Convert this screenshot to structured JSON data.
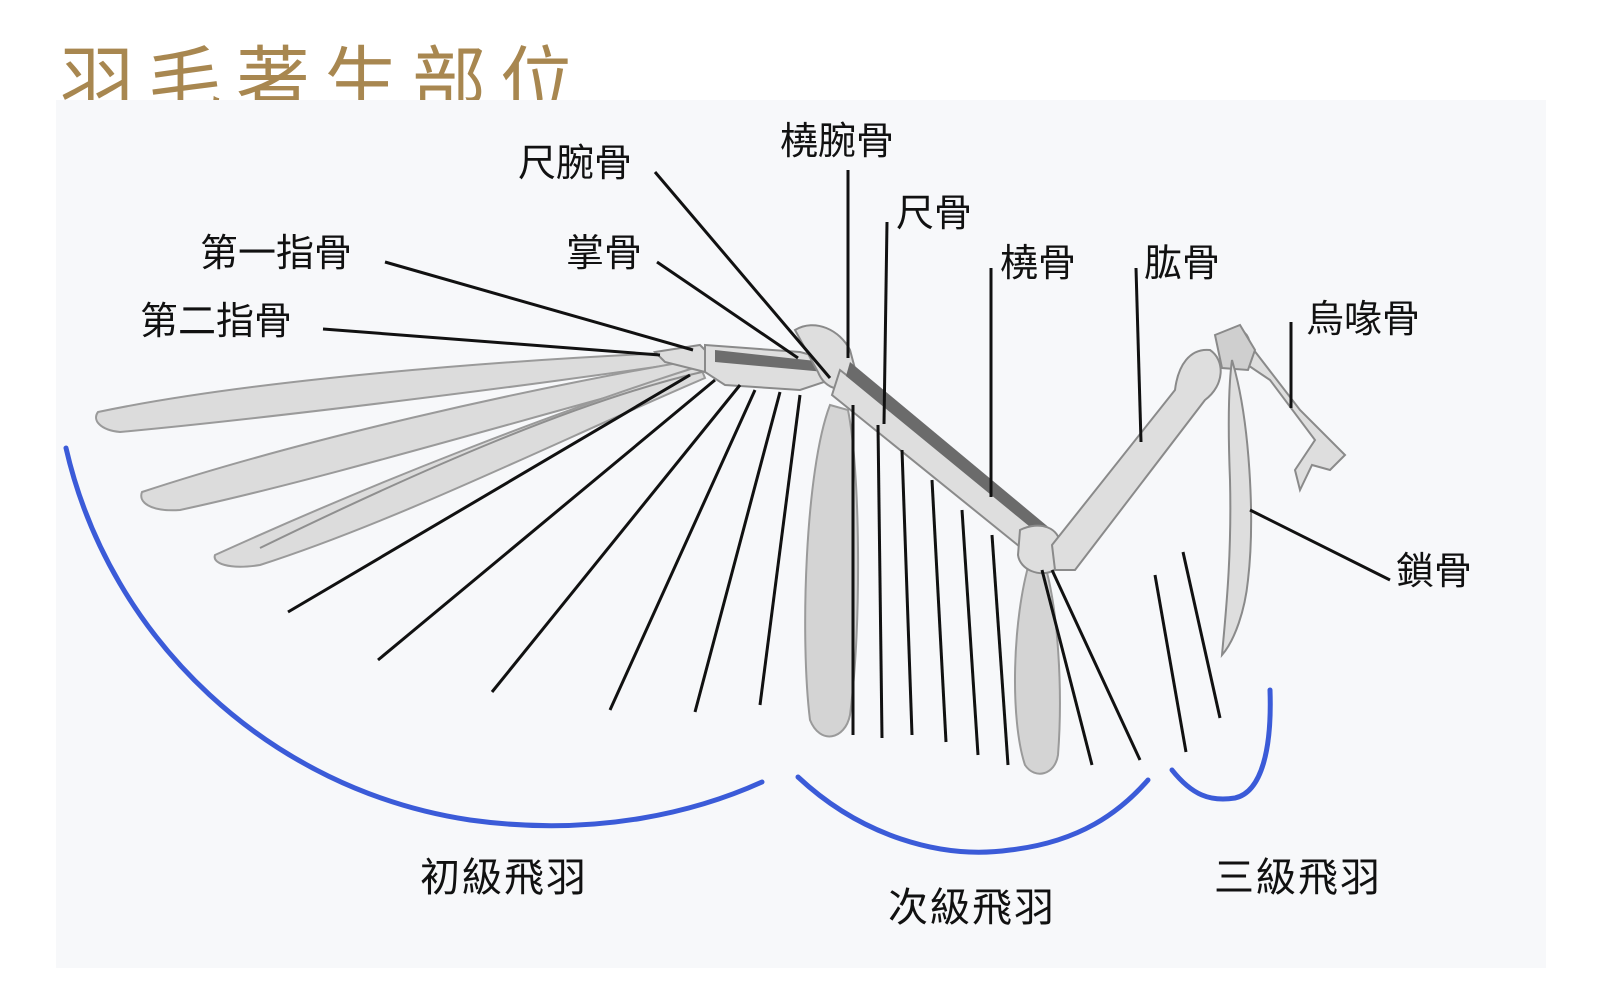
{
  "title": "羽毛著生部位",
  "labels": {
    "radiale": "橈腕骨",
    "ulnare": "尺腕骨",
    "ulna": "尺骨",
    "digit1": "第一指骨",
    "metacarpus": "掌骨",
    "radius": "橈骨",
    "humerus": "肱骨",
    "coracoid": "烏喙骨",
    "digit2": "第二指骨",
    "clavicle": "鎖骨"
  },
  "groups": {
    "primaries": "初級飛羽",
    "secondaries": "次級飛羽",
    "tertiaries": "三級飛羽"
  },
  "colors": {
    "title": "#a88750",
    "bracket": "#3b5bd8",
    "bone": "#d9d9d9",
    "feather": "#d6d6d6",
    "line": "#111111"
  }
}
